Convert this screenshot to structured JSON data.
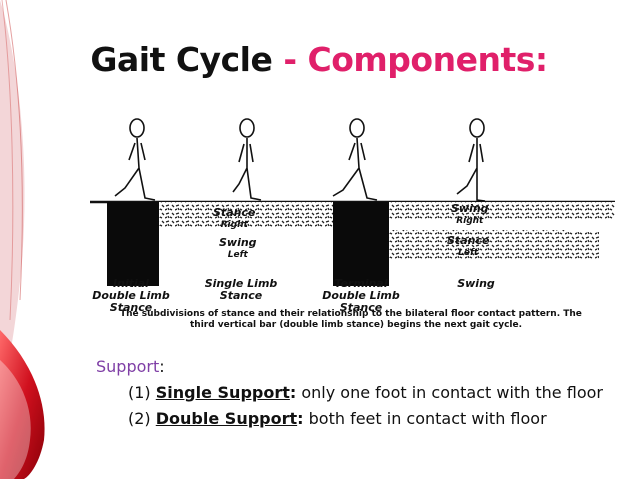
{
  "slide": {
    "title_part1": "Gait Cycle",
    "title_part2": "- Components:",
    "colors": {
      "title_dark": "#111111",
      "title_accent": "#e0206a",
      "support_heading": "#7f3fa6",
      "swoosh_red": "#d0101e"
    }
  },
  "diagram": {
    "labels": {
      "stance_right": "Stance",
      "stance_right_sub": "Right",
      "swing_left": "Swing",
      "swing_left_sub": "Left",
      "swing_right": "Swing",
      "swing_right_sub": "Right",
      "stance_left": "Stance",
      "stance_left_sub": "Left",
      "phase1_l1": "Initial",
      "phase1_l2": "Double Limb",
      "phase1_l3": "Stance",
      "phase2_l1": "Single Limb",
      "phase2_l2": "Stance",
      "phase3_l1": "Terminal",
      "phase3_l2": "Double Limb",
      "phase3_l3": "Stance",
      "phase4_l1": "Swing"
    },
    "caption_line1": "The subdivisions of stance and their relationship to the bilateral floor contact pattern. The",
    "caption_line2": "third vertical bar (double limb stance) begins the next gait cycle."
  },
  "support": {
    "heading": "Support",
    "colon": ":",
    "items": [
      {
        "num": "(1)",
        "term": "Single Support",
        "colon": ":",
        "text": " only one foot in contact with the floor"
      },
      {
        "num": "(2)",
        "term": "Double Support",
        "colon": ":",
        "text": " both feet in contact with floor"
      }
    ]
  }
}
